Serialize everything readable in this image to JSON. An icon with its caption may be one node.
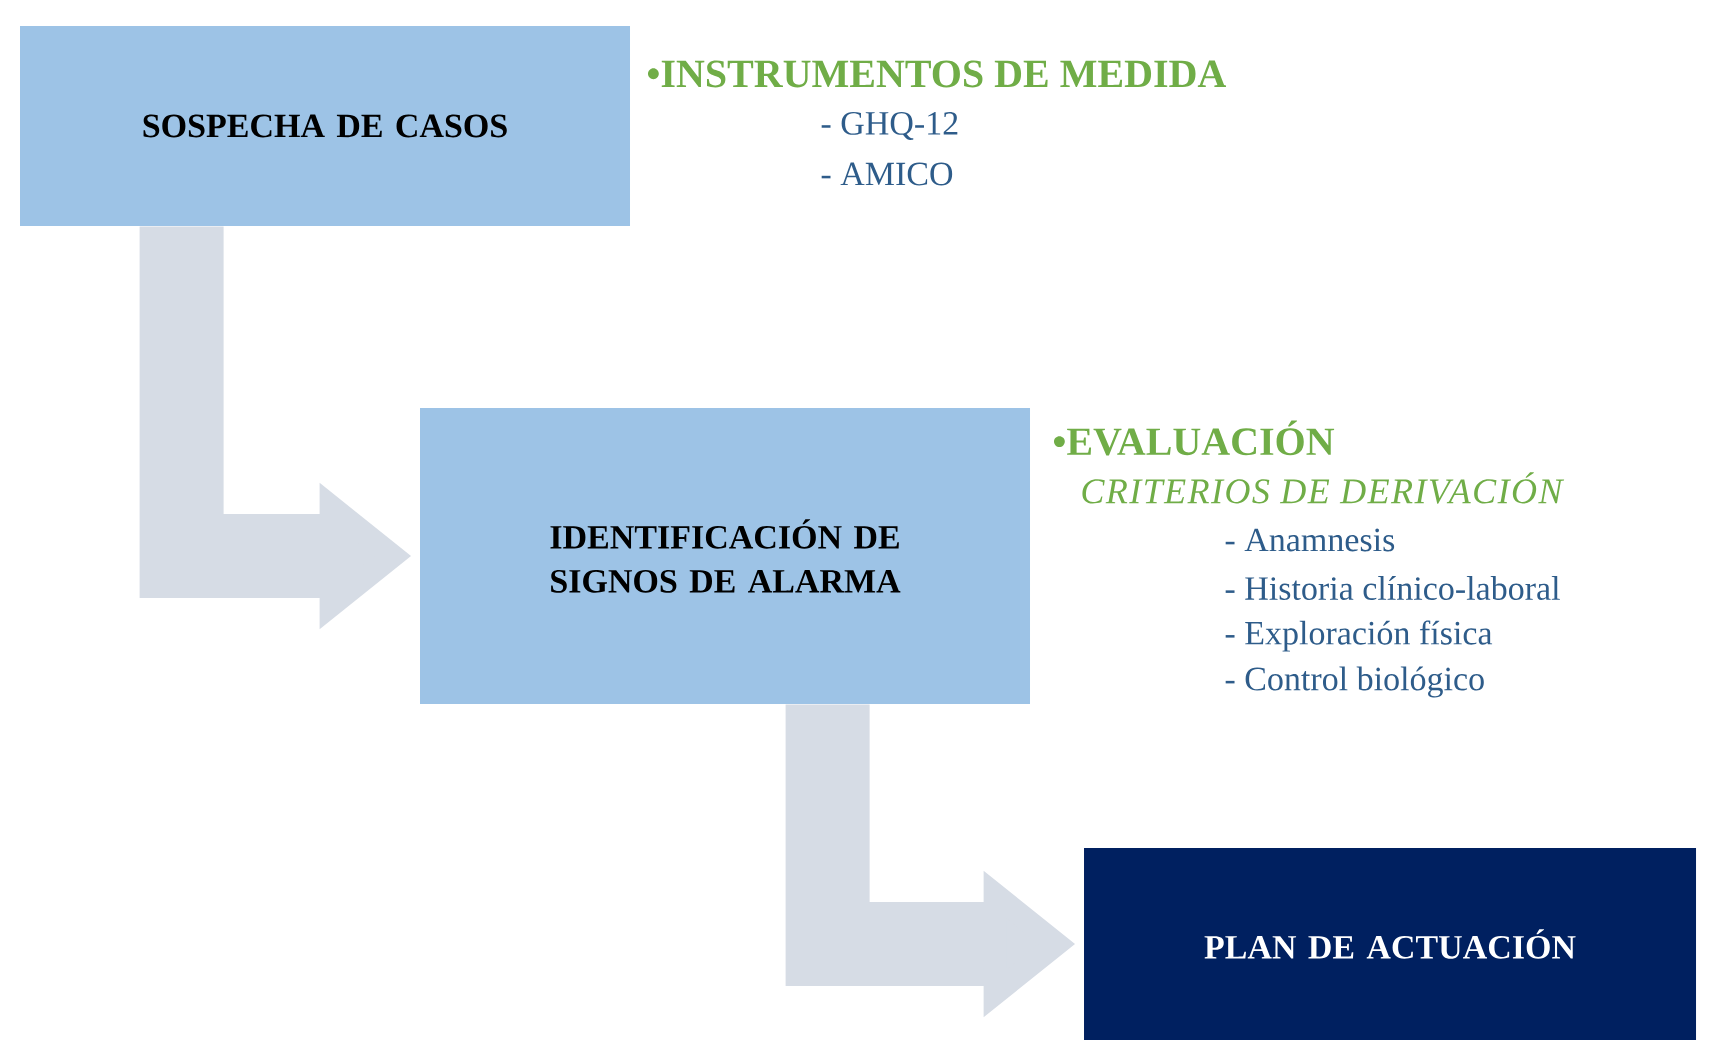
{
  "diagram": {
    "nodes": [
      {
        "text": [
          "SOSPECHA DE CASOS"
        ],
        "beside": [
          "•INSTRUMENTOS DE MEDIDA",
          "- GHQ-12",
          "- AMICO"
        ]
      },
      {
        "text": [
          "IDENTIFICACIÓN DE SIGNOS DE ALARMA"
        ],
        "beside": [
          "•EVALUACIÓN",
          "CRITERIOS DE DERIVACIÓN",
          "- Anamnesis",
          "- Historia clínico-laboral",
          "- Exploración física",
          "- Control biológico"
        ]
      },
      {
        "text": [
          "PLAN DE ACTUACIÓN"
        ]
      }
    ],
    "edges": [
      {
        "from": 0,
        "to": 1,
        "arrow": "to"
      },
      {
        "from": 1,
        "to": 2,
        "arrow": "to"
      }
    ]
  }
}
